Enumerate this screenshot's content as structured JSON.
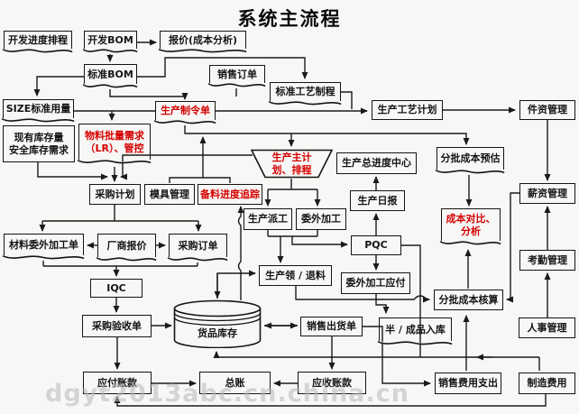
{
  "title": "系统主流程",
  "watermark": "dgyt2013abc.cn.china.cn",
  "colors": {
    "background": "#f7f7f5",
    "line": "#1a1a1a",
    "red_text": "#d40000",
    "box_border": "#141414",
    "watermark": "#b9b9b9"
  },
  "nodes": {
    "dev_schedule": {
      "label": "开发进度排程"
    },
    "dev_bom": {
      "label": "开发BOM"
    },
    "quote": {
      "label": "报价(成本分析)"
    },
    "std_bom": {
      "label": "标准BOM"
    },
    "sales_order": {
      "label": "销售订单"
    },
    "std_process": {
      "label": "标准工艺制程"
    },
    "size_std": {
      "label": "SIZE标准用量"
    },
    "prod_order": {
      "label": "生产制令单"
    },
    "material_lr": {
      "label": "物料批量需求\n（LR）、管控"
    },
    "stock_now": {
      "label": "现有库存量\n安全库存需求"
    },
    "prod_process_plan": {
      "label": "生产工艺计划"
    },
    "piece_wage": {
      "label": "件资管理"
    },
    "mps": {
      "label": "生产主计\n划、排程"
    },
    "prod_progress": {
      "label": "生产总进度中心"
    },
    "batch_cost_est": {
      "label": "分批成本预估"
    },
    "purchase_plan": {
      "label": "采购计划"
    },
    "mold_mgmt": {
      "label": "模具管理"
    },
    "material_track": {
      "label": "备料进度追踪"
    },
    "dispatch": {
      "label": "生产派工"
    },
    "outsource": {
      "label": "委外加工"
    },
    "daily_report": {
      "label": "生产日报"
    },
    "salary": {
      "label": "薪资管理"
    },
    "pqc": {
      "label": "PQC"
    },
    "cost_compare": {
      "label": "成本对比、\n分析"
    },
    "attendance": {
      "label": "考勤管理"
    },
    "mat_outsource": {
      "label": "材料委外加工单"
    },
    "vendor_quote": {
      "label": "厂商报价"
    },
    "purchase_order": {
      "label": "采购订单"
    },
    "issue_return": {
      "label": "生产领 / 退料"
    },
    "outsource_pay": {
      "label": "委外加工应付"
    },
    "batch_cost_calc": {
      "label": "分批成本核算"
    },
    "iqc": {
      "label": "IQC"
    },
    "purchase_receipt": {
      "label": "采购验收单"
    },
    "inventory": {
      "label": "货品库存"
    },
    "sales_delivery": {
      "label": "销售出货单"
    },
    "semi_finished": {
      "label": "半 / 成品入库"
    },
    "hr": {
      "label": "人事管理"
    },
    "ap": {
      "label": "应付账款"
    },
    "gl": {
      "label": "总账"
    },
    "ar": {
      "label": "应收账款"
    },
    "sales_expense": {
      "label": "销售费用支出"
    },
    "mfg_expense": {
      "label": "制造费用"
    }
  }
}
